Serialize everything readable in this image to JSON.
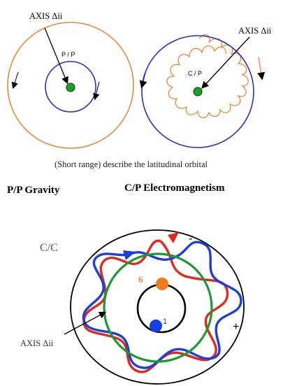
{
  "top_left": {
    "axis_label": "AXIS Δii",
    "center_label": "P / P",
    "title": "P/P Gravity"
  },
  "top_right": {
    "axis_label": "AXIS Δii",
    "center_label": "C / P",
    "title": "C/P  Electromagnetism",
    "caption": "(Short range) describe the latitudinal orbital"
  },
  "bottom": {
    "corner_label": "C/C",
    "minus_label": "-",
    "plus_label": "+",
    "orange_label": "6",
    "blue_label": "1",
    "axis_label": "AXIS Δii"
  },
  "colors": {
    "orange": "#e8893a",
    "blue": "#2c2cc8",
    "green": "#1f9e2a",
    "red": "#e02a1f",
    "dark_blue": "#1d3fd8",
    "green_ring": "#1a9a30",
    "orange_dot": "#f07a1c",
    "blue_dot": "#1240e8"
  }
}
